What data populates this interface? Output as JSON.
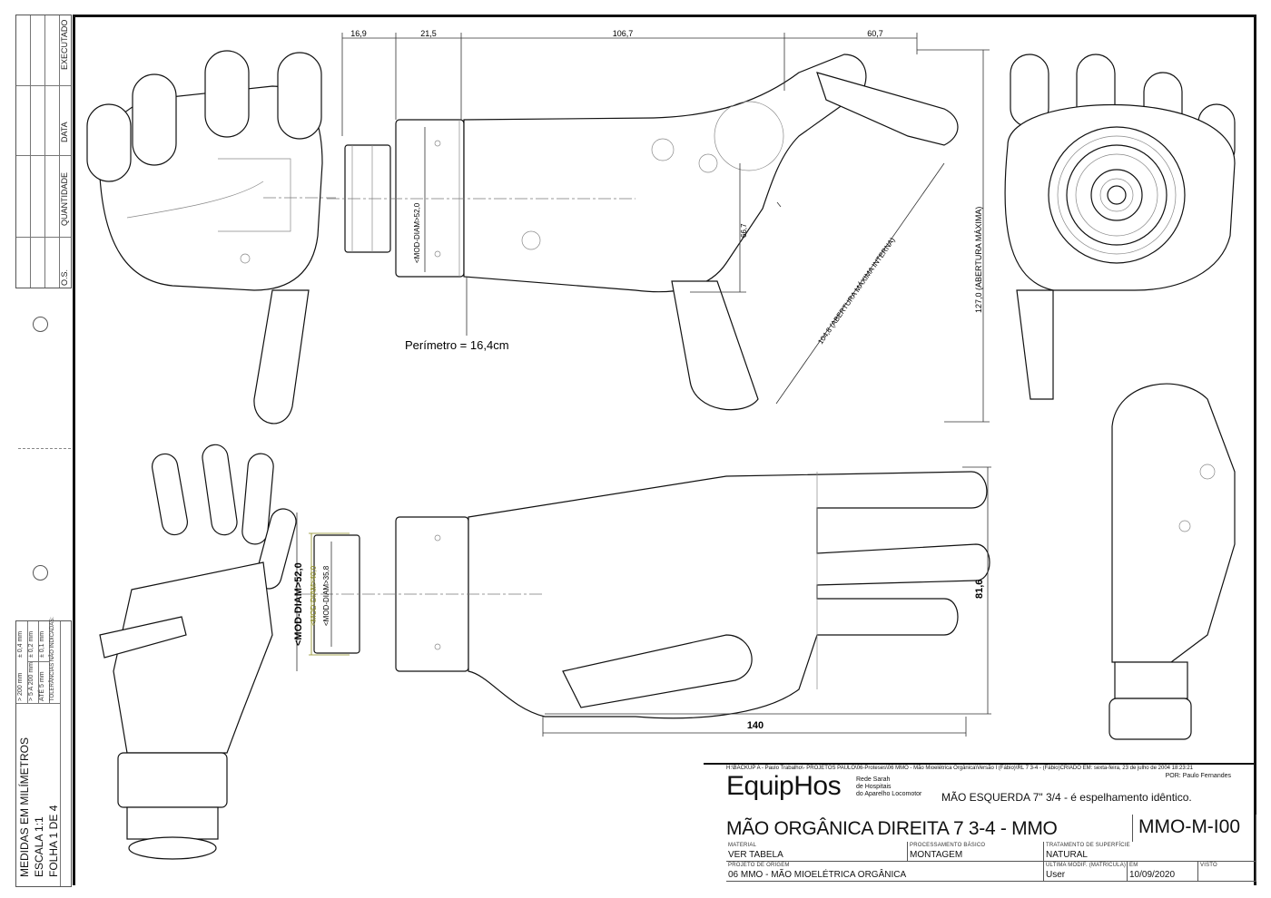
{
  "left_strip": {
    "revision_headers": [
      "EXECUTADO",
      "DATA",
      "QUANTIDADE",
      "O.S."
    ],
    "measures_note": "MEDIDAS EM MILÍMETROS",
    "scale": "ESCALA 1:1",
    "sheet": "FOLHA 1 DE 4",
    "tolerances": {
      "title": "TOLERÂNCIAS NÃO INDICADAS:",
      "rows": [
        {
          "range": "> 200 mm",
          "tol": "± 0,4 mm"
        },
        {
          "range": "> 5 A 200 mm",
          "tol": "± 0,2 mm"
        },
        {
          "range": "ATÉ 5 mm",
          "tol": "± 0,1 mm"
        }
      ]
    }
  },
  "dimensions": {
    "top": [
      "16,9",
      "21,5",
      "106,7",
      "60,7"
    ],
    "mod_diam_top": "<MOD-DIAM>52,0",
    "height_66": "66,7",
    "abertura_interna": "104,8  (ABERTURA MÁXIMA INTERNA)",
    "abertura_maxima": "127,0  (ABERTURA MÁXIMA)",
    "perimetro": "Perímetro = 16,4cm",
    "mod_diam_52": "<MOD-DIAM>52,0",
    "mod_diam_40": "<MOD-DIAM>40,0",
    "mod_diam_35": "<MOD-DIAM>35,8",
    "height_81": "81,6",
    "length_140": "140"
  },
  "colors": {
    "accent_dimension": "#8a8a1e",
    "line": "#111111"
  },
  "title_block": {
    "path": "H:\\BACKUP A - Paulo Trabalho\\- PROJETOS PAULO\\06-Proteses\\06 MMO - Mão Mioelétrica Orgânica\\Versão I (Fábio)\\RL 7 3-4 - (Fábio)",
    "created": "CRIADO EM: sexta-feira, 23 de julho de 2004 18:23:21",
    "author": "POR: Paulo Fernandes",
    "logo": "EquipHos",
    "logo_sub": [
      "Rede Sarah",
      "de Hospitais",
      "do Aparelho Locomotor"
    ],
    "note": "MÃO ESQUERDA 7\" 3/4 - é espelhamento idêntico.",
    "title": "MÃO ORGÂNICA DIREITA 7 3-4 - MMO",
    "code": "MMO-M-I00",
    "fields": {
      "material_label": "MATERIAL",
      "material": "VER TABELA",
      "processamento_label": "PROCESSAMENTO BÁSICO",
      "processamento": "MONTAGEM",
      "tratamento_label": "TRATAMENTO DE SUPERFÍCIE",
      "tratamento": "NATURAL",
      "projeto_label": "PROJETO DE ORIGEM",
      "projeto": "06 MMO - MÃO MIOELÉTRICA ORGÂNICA",
      "ultima_label": "ÚLTIMA MODIF. (MATRÍCULA)",
      "ultima": "User",
      "em_label": "EM",
      "em": "10/09/2020",
      "visto_label": "VISTO",
      "visto": ""
    }
  }
}
